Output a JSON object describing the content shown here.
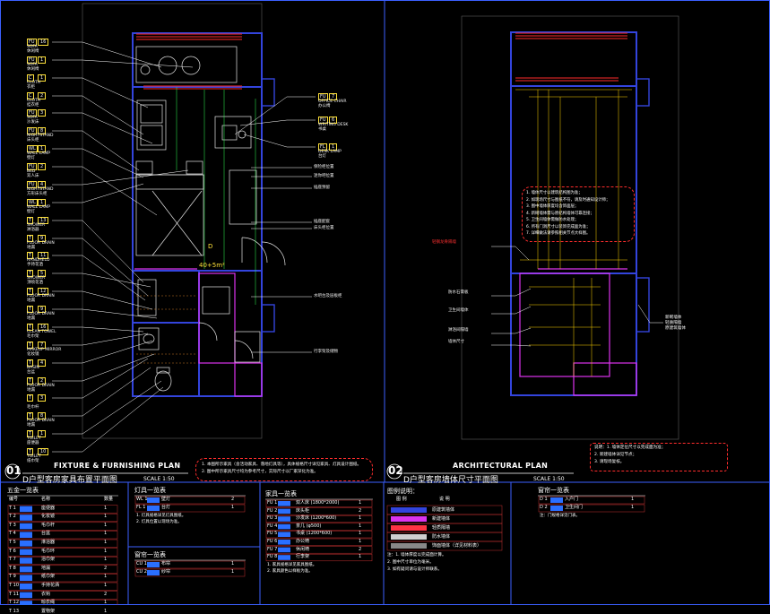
{
  "plan1": {
    "num": "01",
    "title_en": "FIXTURE & FURNISHING PLAN",
    "title_cn": "D户型客房家具布置平面图",
    "scale": "SCALE 1:50",
    "area_label": "D",
    "area_value": "40+5m²",
    "notes": [
      "1. 本图所示家具（含活动家具、落地灯具等），具体规格尺寸详见家具、灯具设计图纸。",
      "2. 图中所示家具尺寸均为参考尺寸，实际尺寸以厂家深化为准。"
    ],
    "left_tags": [
      {
        "code": "FU",
        "num": "16",
        "en": "SOFA",
        "cn": "休闲椅"
      },
      {
        "code": "FU",
        "num": "1",
        "en": "SOFA",
        "cn": "休闲椅"
      },
      {
        "code": "C",
        "num": "1",
        "en": "CLOTH",
        "cn": "衣柜"
      },
      {
        "code": "C",
        "num": "2",
        "en": "CLOTH",
        "cn": "挂衣柜"
      },
      {
        "code": "FU",
        "num": "3",
        "en": "SOFA",
        "cn": "沙发床"
      },
      {
        "code": "FU",
        "num": "8",
        "en": "NIGHTSTAND",
        "cn": "床头柜"
      },
      {
        "code": "WL",
        "num": "1",
        "en": "WALL LAMP",
        "cn": "壁灯"
      },
      {
        "code": "FU",
        "num": "2",
        "en": "BED",
        "cn": "双人床"
      },
      {
        "code": "FU",
        "num": "4",
        "en": "NIGHTSTAND",
        "cn": "方形床头柜"
      },
      {
        "code": "WL",
        "num": "1",
        "en": "WALL LAMP",
        "cn": "壁灯"
      },
      {
        "code": "T",
        "num": "13",
        "en": "SHOWER",
        "cn": "淋浴器"
      },
      {
        "code": "T",
        "num": "9",
        "en": "FLOOR DRAIN",
        "cn": "地漏"
      },
      {
        "code": "T",
        "num": "11",
        "en": "HANDHELD",
        "cn": "手持花洒"
      },
      {
        "code": "T",
        "num": "5",
        "en": "SHOWER",
        "cn": "顶喷花洒"
      },
      {
        "code": "T",
        "num": "12",
        "en": "FLOOR DRAIN",
        "cn": "地漏"
      },
      {
        "code": "T",
        "num": "9",
        "en": "FLOOR DRAIN",
        "cn": "地漏"
      },
      {
        "code": "T",
        "num": "16",
        "en": "CLEAN TOWEL",
        "cn": "毛巾架"
      },
      {
        "code": "T",
        "num": "7",
        "en": "MAKEUP MIRROR",
        "cn": "化妆镜"
      },
      {
        "code": "T",
        "num": "4",
        "en": "BASIN",
        "cn": "台盆"
      },
      {
        "code": "T",
        "num": "2",
        "en": "FLOOR DRAIN",
        "cn": "地漏"
      },
      {
        "code": "T",
        "num": "3",
        "en": "",
        "cn": "毛巾杆"
      },
      {
        "code": "T",
        "num": "8",
        "en": "FLOOR DRAIN",
        "cn": "地漏"
      },
      {
        "code": "T",
        "num": "1",
        "en": "TOILET",
        "cn": "座便器"
      },
      {
        "code": "T",
        "num": "10",
        "en": "TOILET",
        "cn": "纸巾架"
      }
    ],
    "right_tags": [
      {
        "code": "FU",
        "num": "7",
        "en": "OFFICE CHAIR",
        "cn": "办公椅"
      },
      {
        "code": "FU",
        "num": "6",
        "en": "WRITING DESK",
        "cn": "书桌"
      },
      {
        "code": "FL",
        "num": "1",
        "en": "DESK LAMP",
        "cn": "台灯"
      }
    ],
    "right_notes": [
      "保险柜位置",
      "迷你吧位置",
      "插座预留",
      "插座配套",
      "床头柜位置",
      "水吧台及层板柜",
      "行李架及储物"
    ]
  },
  "plan2": {
    "num": "02",
    "title_en": "ARCHITECTURAL PLAN",
    "title_cn": "D户型客房墙体尺寸平面图",
    "scale": "SCALE 1:50",
    "notes": [
      "1. 墙体尺寸以建筑结构图为准；",
      "2. 如现场尺寸与图纸不符，请及时通知设计师；",
      "3. 图中墙体厚度均含饰面层；",
      "4. 新砌墙体需与原结构墙体可靠连接；",
      "5. 卫生间墙体需做防水处理；",
      "6. 所有门洞尺寸以装饰完成面为准；",
      "7. 详细做法请参照相关节点大样图。"
    ],
    "left_labels": [
      "轻钢龙骨隔墙",
      "防水石膏板",
      "卫生间墙体",
      "淋浴间隔墙",
      "墙体尺寸"
    ],
    "bottom_note": [
      "说明：1. 墙体定位尺寸以完成面为准；",
      "2. 新建墙体详见节点；",
      "3. 请现场复核。"
    ],
    "right_note": [
      "新砌墙体",
      "轻质隔墙",
      "原建筑墙体"
    ]
  },
  "tables": {
    "fixtures": {
      "title": "五金一览表",
      "subtitle": "",
      "headers": [
        "编号",
        "名称",
        "数量"
      ],
      "rows": [
        {
          "id": "T 1",
          "name": "座便器",
          "qty": "1"
        },
        {
          "id": "T 2",
          "name": "化妆镜",
          "qty": "1"
        },
        {
          "id": "T 3",
          "name": "毛巾杆",
          "qty": "1"
        },
        {
          "id": "T 4",
          "name": "台盆",
          "qty": "1"
        },
        {
          "id": "T 5",
          "name": "淋浴器",
          "qty": "1"
        },
        {
          "id": "T 6",
          "name": "毛巾环",
          "qty": "1"
        },
        {
          "id": "T 7",
          "name": "浴巾架",
          "qty": "1"
        },
        {
          "id": "T 8",
          "name": "地漏",
          "qty": "2"
        },
        {
          "id": "T 9",
          "name": "纸巾架",
          "qty": "1"
        },
        {
          "id": "T 10",
          "name": "手持花洒",
          "qty": "1"
        },
        {
          "id": "T 11",
          "name": "衣钩",
          "qty": "2"
        },
        {
          "id": "T 12",
          "name": "晾衣绳",
          "qty": "1"
        },
        {
          "id": "T 13",
          "name": "置物架",
          "qty": "1"
        }
      ]
    },
    "lamps": {
      "title": "灯具一览表",
      "rows": [
        {
          "id": "WL 1",
          "name": "壁灯",
          "qty": "2"
        },
        {
          "id": "FL 1",
          "name": "台灯",
          "qty": "1"
        }
      ],
      "notes": [
        "1. 灯具规格详见灯具图纸。",
        "2. 灯具位置以现场为准。"
      ]
    },
    "curtains": {
      "title": "窗帘一览表",
      "rows": [
        {
          "id": "CU 1",
          "name": "布帘",
          "qty": "1"
        },
        {
          "id": "CU 2",
          "name": "纱帘",
          "qty": "1"
        }
      ]
    },
    "furniture": {
      "title": "家具一览表",
      "rows": [
        {
          "id": "FU 1",
          "name": "双人床 (1800*2000)",
          "qty": "1"
        },
        {
          "id": "FU 2",
          "name": "床头柜",
          "qty": "2"
        },
        {
          "id": "FU 3",
          "name": "沙发床 (1200*600)",
          "qty": "1"
        },
        {
          "id": "FU 4",
          "name": "茶几 (φ500)",
          "qty": "1"
        },
        {
          "id": "FU 5",
          "name": "书桌 (1200*600)",
          "qty": "1"
        },
        {
          "id": "FU 6",
          "name": "办公椅",
          "qty": "1"
        },
        {
          "id": "FU 7",
          "name": "休闲椅",
          "qty": "2"
        },
        {
          "id": "FU 8",
          "name": "行李架",
          "qty": "1"
        }
      ],
      "notes": [
        "1. 家具规格详见家具图纸。",
        "2. 家具颜色以样板为准。"
      ]
    },
    "legend": {
      "title": "图例说明：",
      "headers": [
        "图 例",
        "说 明"
      ],
      "rows": [
        {
          "color": "#3344dd",
          "label": "原建筑墙体"
        },
        {
          "color": "#dd33ee",
          "label": "新建墙体"
        },
        {
          "color": "#ff3344",
          "label": "轻质隔墙"
        },
        {
          "color": "#cfcfcf",
          "label": "防水墙体"
        },
        {
          "color": "#888888",
          "label": "饰面墙体（详见材料表）"
        }
      ],
      "notes": [
        "注：1. 墙体厚度以完成面计算。",
        "2. 图中尺寸单位为毫米。",
        "3. 如有疑问请与设计师联系。"
      ]
    },
    "doors": {
      "title": "窗帘一览表",
      "rows": [
        {
          "id": "D 1",
          "name": "入户门",
          "qty": "1"
        },
        {
          "id": "D 2",
          "name": "卫生间门",
          "qty": "1"
        }
      ],
      "notes": [
        "注：门规格详见门表。"
      ]
    }
  },
  "colors": {
    "frame": "#3b5fff",
    "wall": "#3344dd",
    "furniture": "#e6e6e6",
    "leader": "#ffffff",
    "tag_yellow": "#ffe23a",
    "note_red": "#ff2d2d",
    "dim_green": "#33ff55",
    "dim_yellow": "#ffd400",
    "window_red": "#ff2d2d"
  }
}
